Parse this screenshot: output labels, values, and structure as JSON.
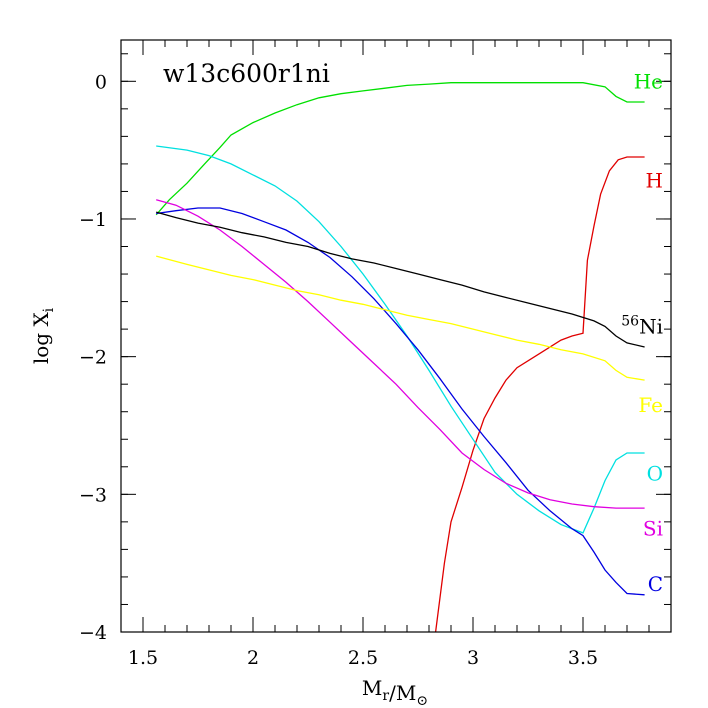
{
  "chart_data": {
    "type": "line",
    "title": "w13c600r1ni",
    "xlabel": "M_r/M_⊙",
    "ylabel": "log X_i",
    "xlim": [
      1.4,
      3.9
    ],
    "ylim": [
      -4,
      0.3
    ],
    "xticks": {
      "major": [
        1.5,
        2,
        2.5,
        3,
        3.5
      ],
      "major_labels": [
        "1.5",
        "2",
        "2.5",
        "3",
        "3.5"
      ],
      "minor_step": 0.1
    },
    "yticks": {
      "major": [
        -4,
        -3,
        -2,
        -1,
        0
      ],
      "major_labels": [
        "−4",
        "−3",
        "−2",
        "−1",
        "0"
      ],
      "minor_step": 0.2
    },
    "grid": false,
    "legend": "inline labels at right edge of each curve",
    "series": [
      {
        "name": "He",
        "color": "#00e000",
        "x": [
          1.56,
          1.62,
          1.7,
          1.78,
          1.85,
          1.9,
          2.0,
          2.1,
          2.2,
          2.3,
          2.4,
          2.5,
          2.6,
          2.7,
          2.8,
          2.9,
          3.0,
          3.2,
          3.4,
          3.5,
          3.6,
          3.65,
          3.7,
          3.78
        ],
        "values": [
          -0.97,
          -0.86,
          -0.74,
          -0.6,
          -0.48,
          -0.39,
          -0.3,
          -0.23,
          -0.17,
          -0.12,
          -0.09,
          -0.07,
          -0.05,
          -0.03,
          -0.02,
          -0.01,
          -0.01,
          -0.01,
          -0.01,
          -0.01,
          -0.04,
          -0.11,
          -0.15,
          -0.15
        ]
      },
      {
        "name": "H",
        "color": "#e00000",
        "x": [
          2.83,
          2.87,
          2.9,
          2.95,
          3.0,
          3.05,
          3.1,
          3.15,
          3.2,
          3.3,
          3.4,
          3.45,
          3.5,
          3.52,
          3.55,
          3.58,
          3.62,
          3.66,
          3.7,
          3.78
        ],
        "values": [
          -4.0,
          -3.5,
          -3.2,
          -2.95,
          -2.68,
          -2.45,
          -2.3,
          -2.17,
          -2.08,
          -1.98,
          -1.88,
          -1.85,
          -1.83,
          -1.3,
          -1.05,
          -0.82,
          -0.65,
          -0.57,
          -0.55,
          -0.55
        ]
      },
      {
        "name": "O",
        "color": "#00e0e0",
        "x": [
          1.56,
          1.7,
          1.8,
          1.9,
          2.0,
          2.1,
          2.2,
          2.3,
          2.4,
          2.5,
          2.6,
          2.7,
          2.8,
          2.9,
          3.0,
          3.1,
          3.2,
          3.3,
          3.4,
          3.5,
          3.55,
          3.6,
          3.65,
          3.7,
          3.78
        ],
        "values": [
          -0.47,
          -0.5,
          -0.54,
          -0.6,
          -0.68,
          -0.76,
          -0.87,
          -1.02,
          -1.2,
          -1.4,
          -1.62,
          -1.85,
          -2.1,
          -2.36,
          -2.6,
          -2.84,
          -3.0,
          -3.12,
          -3.22,
          -3.28,
          -3.1,
          -2.9,
          -2.75,
          -2.7,
          -2.7
        ]
      },
      {
        "name": "C",
        "color": "#0000e0",
        "x": [
          1.56,
          1.65,
          1.75,
          1.85,
          1.95,
          2.05,
          2.15,
          2.25,
          2.35,
          2.45,
          2.55,
          2.65,
          2.75,
          2.85,
          2.95,
          3.05,
          3.15,
          3.25,
          3.35,
          3.45,
          3.5,
          3.55,
          3.6,
          3.65,
          3.7,
          3.78
        ],
        "values": [
          -0.96,
          -0.94,
          -0.92,
          -0.92,
          -0.96,
          -1.02,
          -1.08,
          -1.17,
          -1.28,
          -1.42,
          -1.58,
          -1.76,
          -1.95,
          -2.16,
          -2.38,
          -2.58,
          -2.77,
          -2.97,
          -3.12,
          -3.25,
          -3.3,
          -3.42,
          -3.55,
          -3.64,
          -3.72,
          -3.73
        ]
      },
      {
        "name": "Si",
        "color": "#e000e0",
        "x": [
          1.56,
          1.65,
          1.75,
          1.85,
          1.95,
          2.05,
          2.15,
          2.25,
          2.35,
          2.45,
          2.55,
          2.65,
          2.75,
          2.85,
          2.95,
          3.05,
          3.15,
          3.25,
          3.35,
          3.45,
          3.55,
          3.65,
          3.78
        ],
        "values": [
          -0.86,
          -0.9,
          -0.98,
          -1.08,
          -1.2,
          -1.33,
          -1.46,
          -1.6,
          -1.75,
          -1.9,
          -2.05,
          -2.2,
          -2.37,
          -2.53,
          -2.7,
          -2.82,
          -2.92,
          -2.99,
          -3.04,
          -3.07,
          -3.09,
          -3.1,
          -3.1
        ]
      },
      {
        "name": "Fe",
        "color": "#ffff00",
        "x": [
          1.56,
          1.7,
          1.8,
          1.9,
          2.0,
          2.1,
          2.2,
          2.3,
          2.4,
          2.5,
          2.6,
          2.7,
          2.8,
          2.9,
          3.0,
          3.1,
          3.2,
          3.3,
          3.4,
          3.5,
          3.6,
          3.65,
          3.7,
          3.78
        ],
        "values": [
          -1.27,
          -1.33,
          -1.37,
          -1.41,
          -1.44,
          -1.48,
          -1.52,
          -1.55,
          -1.59,
          -1.62,
          -1.66,
          -1.7,
          -1.73,
          -1.76,
          -1.8,
          -1.84,
          -1.88,
          -1.91,
          -1.95,
          -1.98,
          -2.03,
          -2.1,
          -2.15,
          -2.17
        ]
      },
      {
        "name": "56Ni",
        "color": "#000000",
        "x": [
          1.56,
          1.65,
          1.75,
          1.85,
          1.95,
          2.05,
          2.15,
          2.25,
          2.35,
          2.45,
          2.55,
          2.65,
          2.75,
          2.85,
          2.95,
          3.05,
          3.15,
          3.25,
          3.35,
          3.45,
          3.55,
          3.6,
          3.65,
          3.7,
          3.78
        ],
        "values": [
          -0.95,
          -0.99,
          -1.03,
          -1.06,
          -1.1,
          -1.13,
          -1.17,
          -1.2,
          -1.25,
          -1.29,
          -1.32,
          -1.36,
          -1.4,
          -1.44,
          -1.48,
          -1.53,
          -1.57,
          -1.61,
          -1.65,
          -1.69,
          -1.74,
          -1.78,
          -1.85,
          -1.9,
          -1.93
        ]
      }
    ],
    "labels": [
      {
        "text": "He",
        "color": "#00e000",
        "x": 3.8,
        "y": 0.0
      },
      {
        "text": "H",
        "color": "#e00000",
        "x": 3.8,
        "y": -0.72
      },
      {
        "text": "56",
        "sup": true,
        "text_main": "Ni",
        "color": "#000000",
        "x": 3.8,
        "y": -1.78
      },
      {
        "text": "Fe",
        "color": "#ffff00",
        "x": 3.8,
        "y": -2.35
      },
      {
        "text": "O",
        "color": "#00e0e0",
        "x": 3.8,
        "y": -2.85
      },
      {
        "text": "Si",
        "color": "#e000e0",
        "x": 3.8,
        "y": -3.25
      },
      {
        "text": "C",
        "color": "#0000e0",
        "x": 3.8,
        "y": -3.65
      }
    ]
  }
}
